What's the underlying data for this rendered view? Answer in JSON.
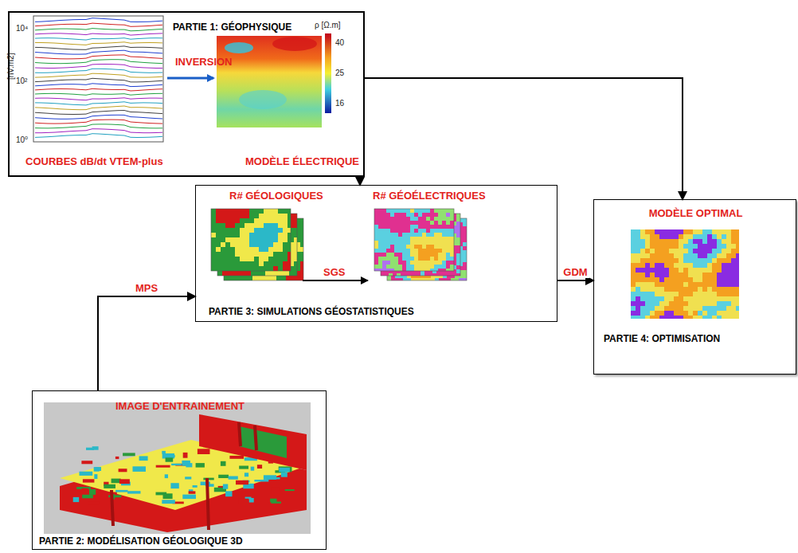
{
  "diagram": {
    "nodes": [
      {
        "text": [
          "PARTIE 1: GÉOPHYSIQUE",
          "COURBES dB/dt VTEM-plus",
          "MODÈLE ÉLECTRIQUE"
        ]
      },
      {
        "text": [
          "R# GÉOLOGIQUES",
          "R# GÉOÉLECTRIQUES",
          "PARTIE 3: SIMULATIONS GÉOSTATISTIQUES"
        ]
      },
      {
        "text": [
          "MODÈLE OPTIMAL",
          "PARTIE 4: OPTIMISATION"
        ]
      },
      {
        "text": [
          "IMAGE D'ENTRAINEMENT",
          "PARTIE 2: MODÉLISATION GÉOLOGIQUE 3D"
        ]
      }
    ],
    "edges": [
      {
        "from": 0,
        "to": 1,
        "arrow": "to"
      },
      {
        "from": 0,
        "to": 2,
        "arrow": "to"
      },
      {
        "from": 3,
        "to": 1,
        "label": "MPS",
        "arrow": "to"
      },
      {
        "from": 1,
        "to": 2,
        "label": "GDM",
        "arrow": "to"
      }
    ],
    "labels": [
      "10⁴",
      "10²",
      "10⁰",
      "[nV.m2]",
      "INVERSION",
      "ρ [Ω.m]",
      "40",
      "25",
      "16",
      "SGS"
    ]
  }
}
